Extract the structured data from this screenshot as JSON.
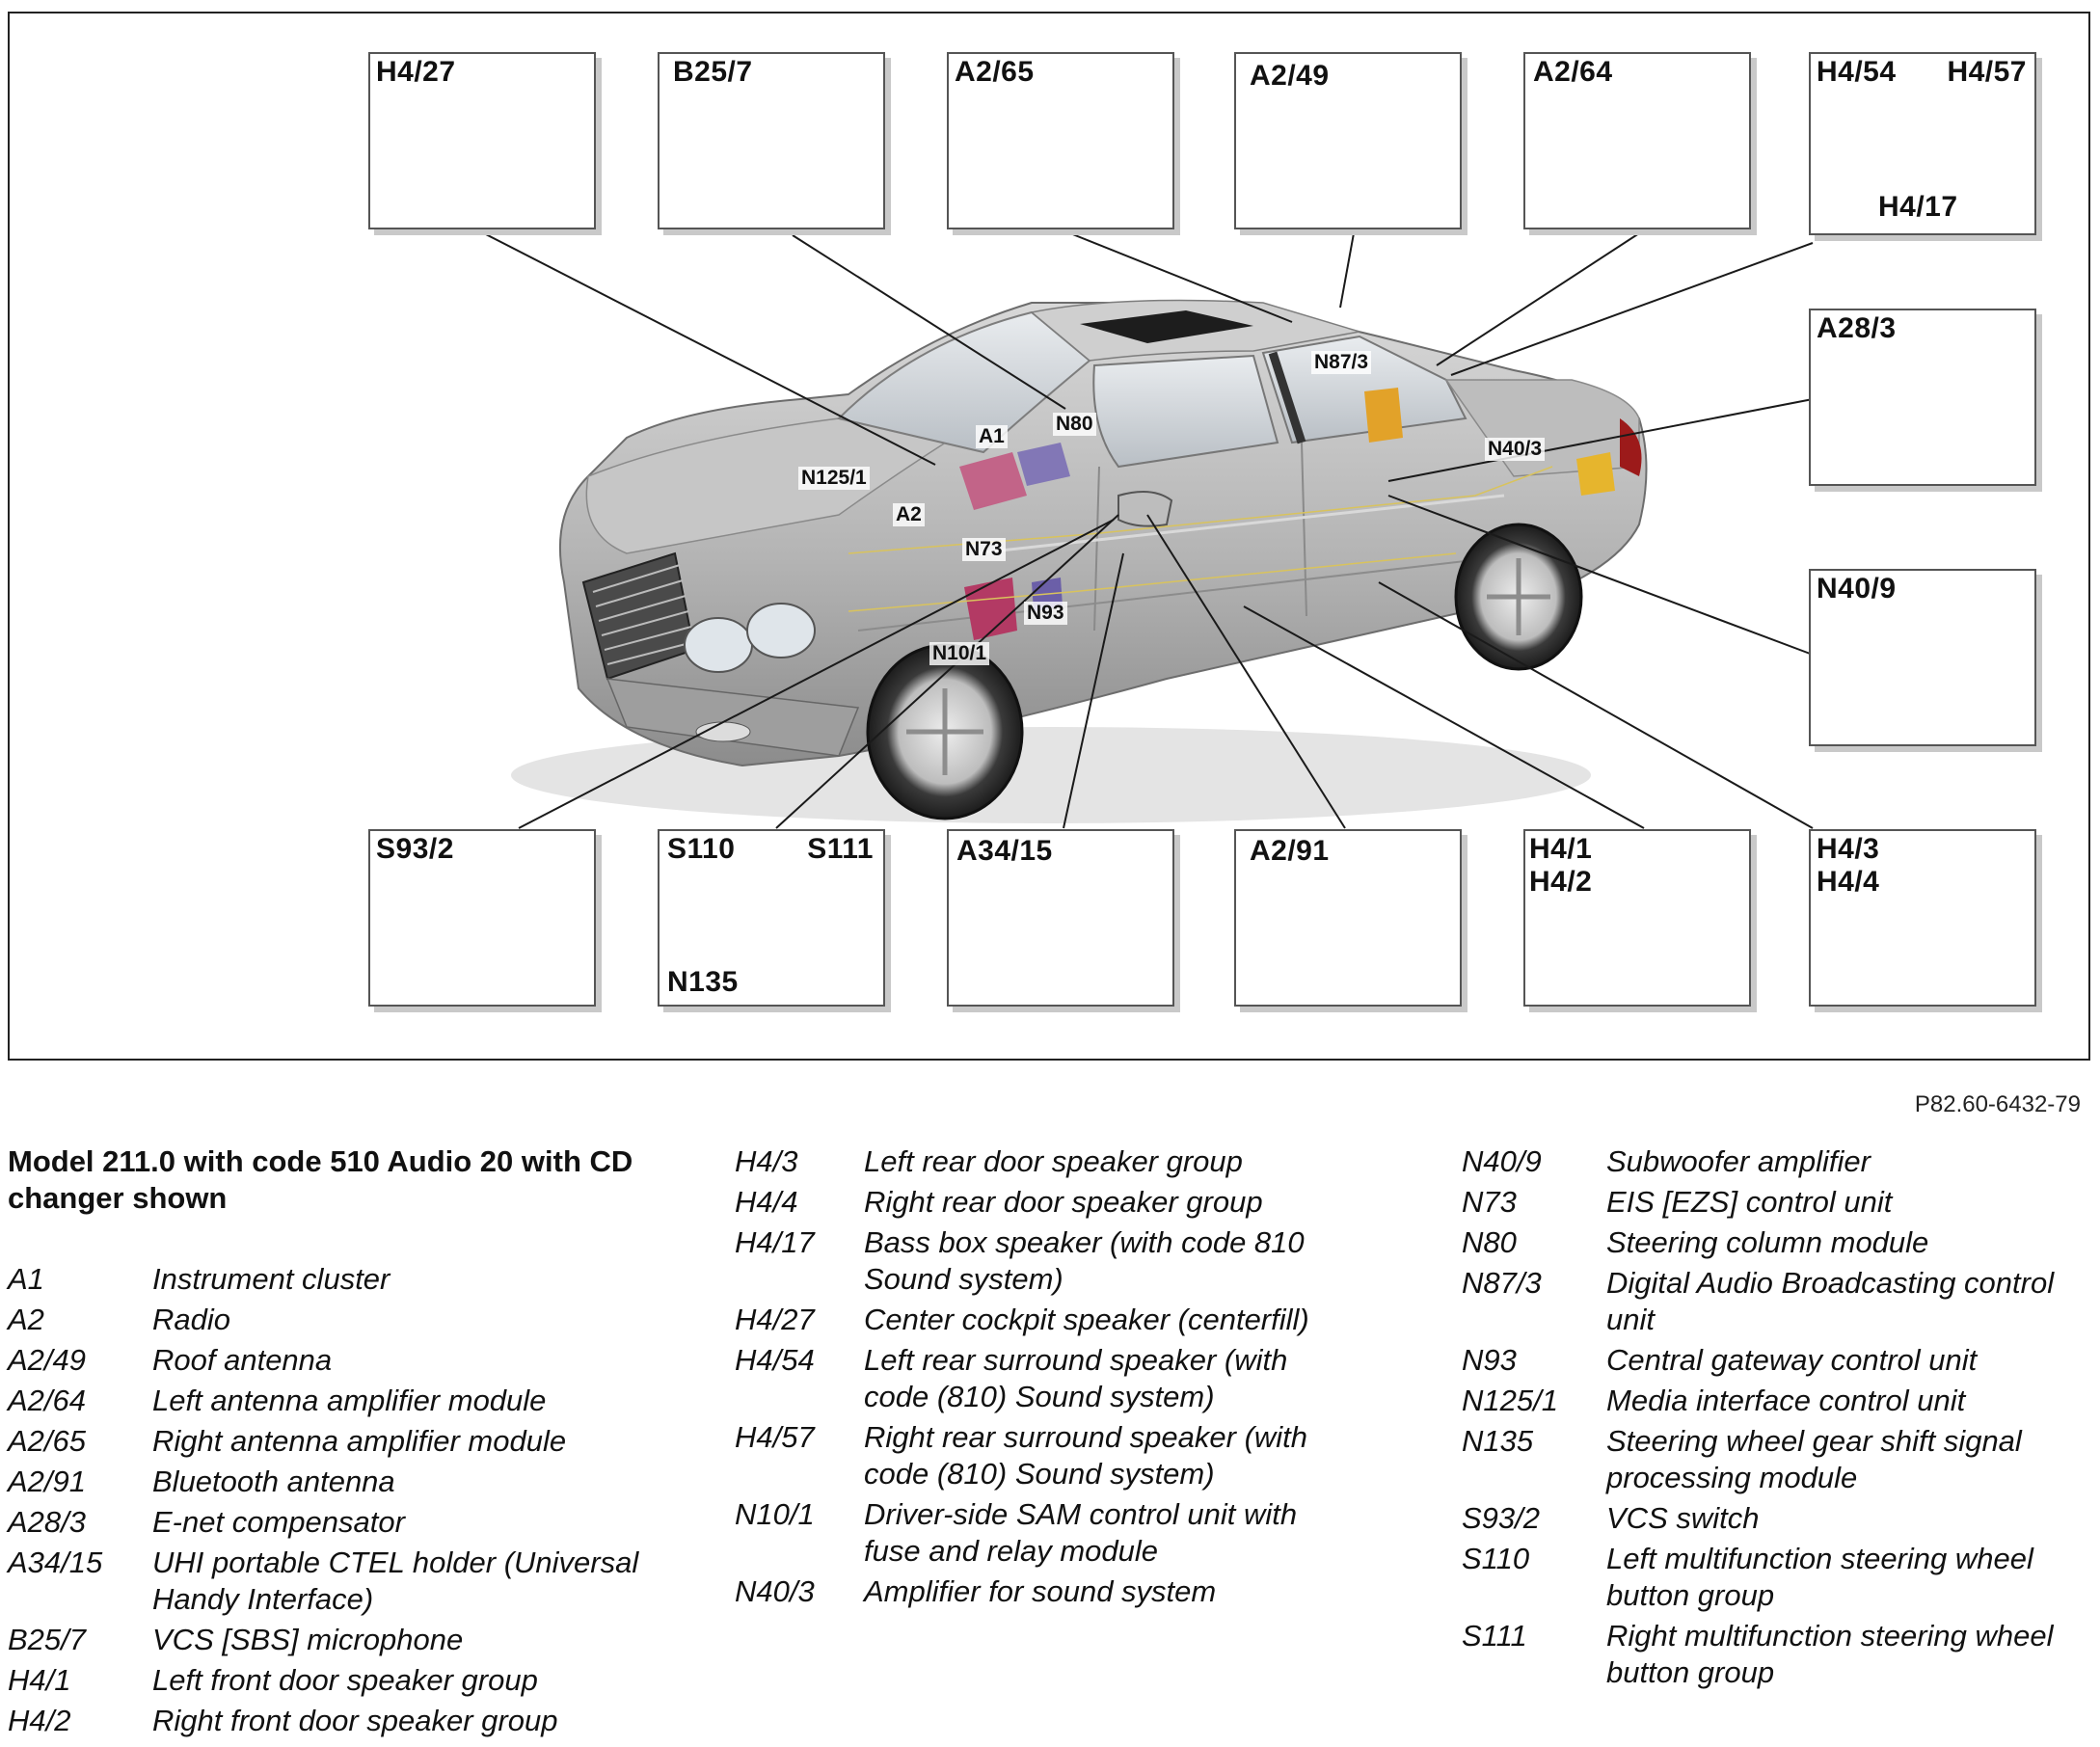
{
  "figure_id": "P82.60-6432-79",
  "component_boxes": [
    {
      "id": "h4-27",
      "labels": [
        "H4/27"
      ]
    },
    {
      "id": "b25-7",
      "labels": [
        "B25/7"
      ]
    },
    {
      "id": "a2-65",
      "labels": [
        "A2/65"
      ]
    },
    {
      "id": "a2-49",
      "labels": [
        "A2/49"
      ]
    },
    {
      "id": "a2-64",
      "labels": [
        "A2/64"
      ]
    },
    {
      "id": "h4-54",
      "labels": [
        "H4/54",
        "H4/57",
        "H4/17"
      ]
    },
    {
      "id": "a28-3",
      "labels": [
        "A28/3"
      ]
    },
    {
      "id": "n40-9",
      "labels": [
        "N40/9"
      ]
    },
    {
      "id": "s93-2",
      "labels": [
        "S93/2"
      ]
    },
    {
      "id": "s110",
      "labels": [
        "S110",
        "S111",
        "N135"
      ]
    },
    {
      "id": "a34-15",
      "labels": [
        "A34/15"
      ]
    },
    {
      "id": "a2-91",
      "labels": [
        "A2/91"
      ]
    },
    {
      "id": "h4-1",
      "labels": [
        "H4/1",
        "H4/2"
      ]
    },
    {
      "id": "h4-3",
      "labels": [
        "H4/3",
        "H4/4"
      ]
    }
  ],
  "car_callouts": [
    "N87/3",
    "A1",
    "N80",
    "N125/1",
    "N40/3",
    "A2",
    "N73",
    "N93",
    "N10/1"
  ],
  "legend": {
    "title": "Model 211.0 with code 510 Audio 20 with CD changer shown",
    "col1": [
      {
        "code": "A1",
        "desc": "Instrument cluster"
      },
      {
        "code": "A2",
        "desc": "Radio"
      },
      {
        "code": "A2/49",
        "desc": "Roof antenna"
      },
      {
        "code": "A2/64",
        "desc": "Left antenna amplifier module"
      },
      {
        "code": "A2/65",
        "desc": "Right antenna amplifier module"
      },
      {
        "code": "A2/91",
        "desc": "Bluetooth antenna"
      },
      {
        "code": "A28/3",
        "desc": "E-net compensator"
      },
      {
        "code": "A34/15",
        "desc": "UHI portable CTEL holder (Universal Handy Interface)"
      },
      {
        "code": "B25/7",
        "desc": "VCS [SBS] microphone"
      },
      {
        "code": "H4/1",
        "desc": "Left front door speaker group"
      },
      {
        "code": "H4/2",
        "desc": "Right front door speaker group"
      }
    ],
    "col2": [
      {
        "code": "H4/3",
        "desc": "Left rear door speaker group"
      },
      {
        "code": "H4/4",
        "desc": "Right rear door speaker group"
      },
      {
        "code": "H4/17",
        "desc": "Bass box speaker (with code 810 Sound system)"
      },
      {
        "code": "H4/27",
        "desc": "Center cockpit speaker (centerfill)"
      },
      {
        "code": "H4/54",
        "desc": "Left rear surround speaker (with code (810) Sound system)"
      },
      {
        "code": "H4/57",
        "desc": "Right rear surround speaker (with code (810) Sound system)"
      },
      {
        "code": "N10/1",
        "desc": "Driver-side SAM control unit with fuse and relay module"
      },
      {
        "code": "N40/3",
        "desc": "Amplifier for sound system"
      }
    ],
    "col3": [
      {
        "code": "N40/9",
        "desc": "Subwoofer amplifier"
      },
      {
        "code": "N73",
        "desc": "EIS [EZS] control unit"
      },
      {
        "code": "N80",
        "desc": "Steering column module"
      },
      {
        "code": "N87/3",
        "desc": "Digital Audio Broadcasting control unit"
      },
      {
        "code": "N93",
        "desc": "Central gateway control unit"
      },
      {
        "code": "N125/1",
        "desc": "Media interface control unit"
      },
      {
        "code": "N135",
        "desc": "Steering wheel gear shift signal processing module"
      },
      {
        "code": "S93/2",
        "desc": "VCS switch"
      },
      {
        "code": "S110",
        "desc": "Left multifunction steering wheel button group"
      },
      {
        "code": "S111",
        "desc": "Right multifunction steering wheel button group"
      }
    ]
  }
}
